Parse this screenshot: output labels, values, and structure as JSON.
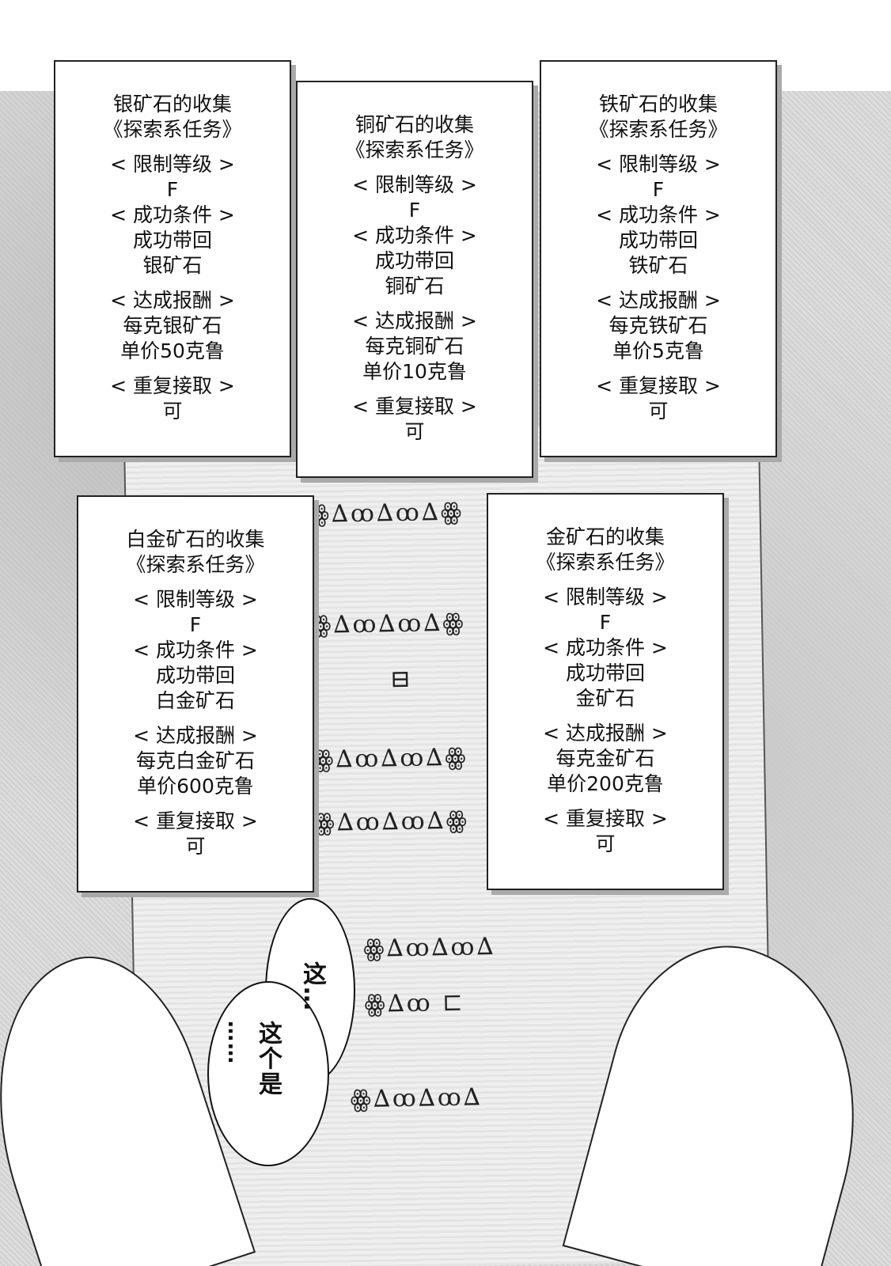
{
  "quests": [
    {
      "title": "银矿石的收集",
      "category": "《探索系任务》",
      "level_label": "< 限制等级 >",
      "level": "F",
      "condition_label": "< 成功条件 >",
      "condition_1": "成功带回",
      "condition_2": "银矿石",
      "reward_label": "< 达成报酬 >",
      "reward_1": "每克银矿石",
      "reward_2": "单价50克鲁",
      "repeat_label": "< 重复接取 >",
      "repeat": "可"
    },
    {
      "title": "铜矿石的收集",
      "category": "《探索系任务》",
      "level_label": "< 限制等级 >",
      "level": "F",
      "condition_label": "< 成功条件 >",
      "condition_1": "成功带回",
      "condition_2": "铜矿石",
      "reward_label": "< 达成报酬 >",
      "reward_1": "每克铜矿石",
      "reward_2": "单价10克鲁",
      "repeat_label": "< 重复接取 >",
      "repeat": "可"
    },
    {
      "title": "铁矿石的收集",
      "category": "《探索系任务》",
      "level_label": "< 限制等级 >",
      "level": "F",
      "condition_label": "< 成功条件 >",
      "condition_1": "成功带回",
      "condition_2": "铁矿石",
      "reward_label": "< 达成报酬 >",
      "reward_1": "每克铁矿石",
      "reward_2": "单价5克鲁",
      "repeat_label": "< 重复接取 >",
      "repeat": "可"
    },
    {
      "title": "白金矿石的收集",
      "category": "《探索系任务》",
      "level_label": "< 限制等级 >",
      "level": "F",
      "condition_label": "< 成功条件 >",
      "condition_1": "成功带回",
      "condition_2": "白金矿石",
      "reward_label": "< 达成报酬 >",
      "reward_1": "每克白金矿石",
      "reward_2": "单价600克鲁",
      "repeat_label": "< 重复接取 >",
      "repeat": "可"
    },
    {
      "title": "金矿石的收集",
      "category": "《探索系任务》",
      "level_label": "< 限制等级 >",
      "level": "F",
      "condition_label": "< 成功条件 >",
      "condition_1": "成功带回",
      "condition_2": "金矿石",
      "reward_label": "< 达成报酬 >",
      "reward_1": "每克金矿石",
      "reward_2": "单价200克鲁",
      "repeat_label": "< 重复接取 >",
      "repeat": "可"
    }
  ],
  "speech": {
    "line_1": "这…",
    "line_2": "这个是",
    "line_2_prefix": "……"
  }
}
